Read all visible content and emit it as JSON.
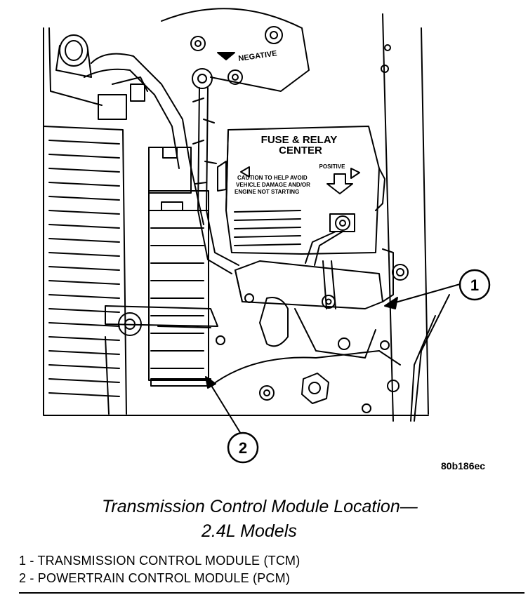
{
  "figure": {
    "fuse_box_title_line1": "FUSE & RELAY",
    "fuse_box_title_line2": "CENTER",
    "fuse_box_positive": "POSITIVE",
    "fuse_box_caution_line1": "CAUTION TO HELP AVOID",
    "fuse_box_caution_line2": "VEHICLE DAMAGE AND/OR",
    "fuse_box_caution_line3": "ENGINE NOT STARTING",
    "negative_label": "NEGATIVE",
    "callout_1": "1",
    "callout_2": "2",
    "figure_id": "80b186ec"
  },
  "caption": {
    "line1": "Transmission Control Module Location—",
    "line2": "2.4L Models"
  },
  "legend": [
    "1 - TRANSMISSION CONTROL MODULE (TCM)",
    "2 - POWERTRAIN CONTROL MODULE (PCM)"
  ]
}
